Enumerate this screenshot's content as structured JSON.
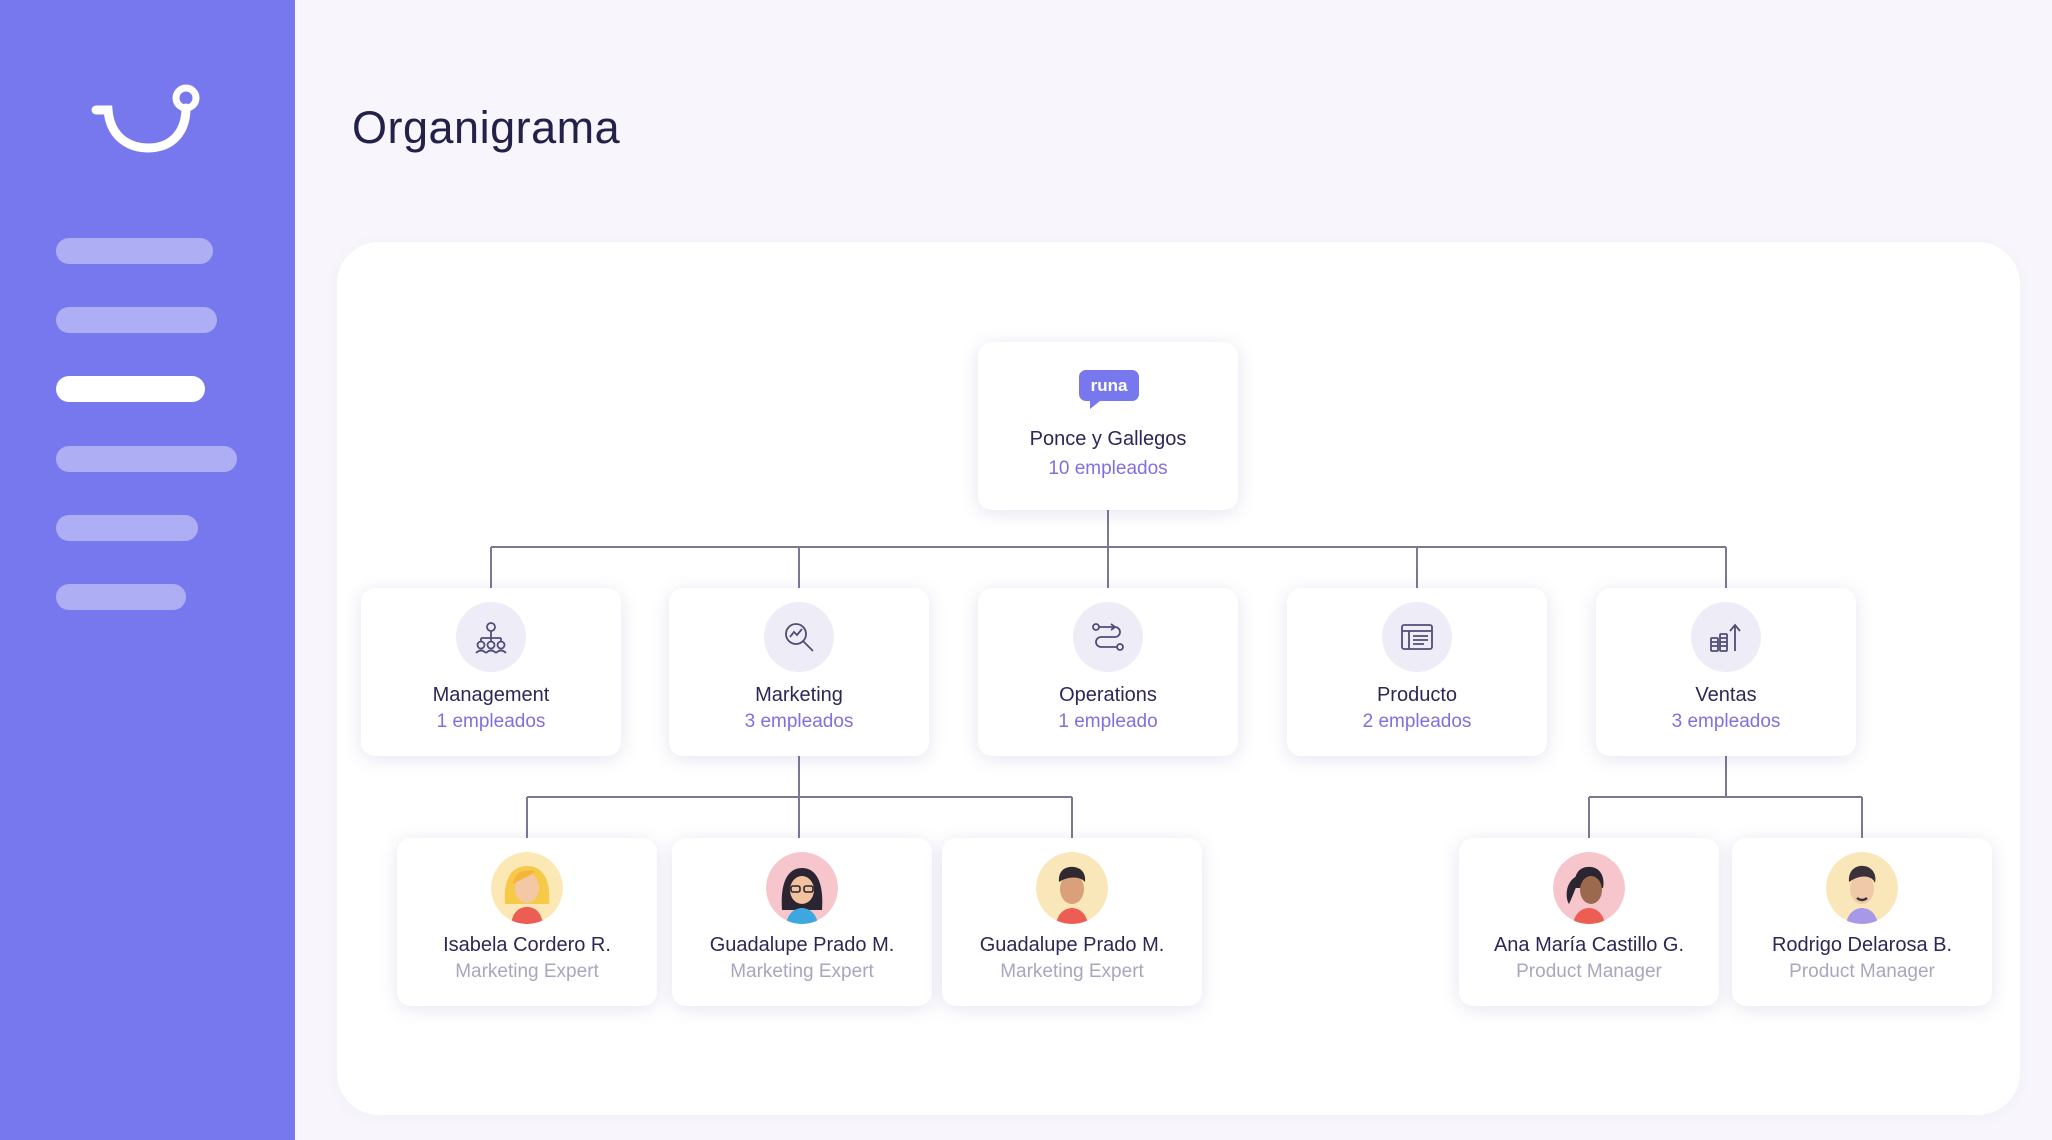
{
  "page": {
    "title": "Organigrama"
  },
  "colors": {
    "sidebar": "#7878ee",
    "accent": "#7f70e0",
    "connector": "#7a7892",
    "text_primary": "#2d2756",
    "text_muted": "#a9a6bd"
  },
  "sidebar": {
    "logo_icon": "smile-logo-icon",
    "items": [
      {
        "active": false
      },
      {
        "active": false
      },
      {
        "active": true
      },
      {
        "active": false
      },
      {
        "active": false
      },
      {
        "active": false
      }
    ]
  },
  "org": {
    "root": {
      "logo_icon": "runa-logo-icon",
      "logo_text": "runa",
      "name": "Ponce y Gallegos",
      "count": "10 empleados"
    },
    "departments": [
      {
        "name": "Management",
        "count": "1 empleados",
        "icon": "hierarchy-icon"
      },
      {
        "name": "Marketing",
        "count": "3 empleados",
        "icon": "chart-magnifier-icon"
      },
      {
        "name": "Operations",
        "count": "1 empleado",
        "icon": "flow-icon"
      },
      {
        "name": "Producto",
        "count": "2 empleados",
        "icon": "browser-window-icon"
      },
      {
        "name": "Ventas",
        "count": "3 empleados",
        "icon": "coins-growth-icon"
      }
    ],
    "people": [
      {
        "name": "Isabela Cordero R.",
        "role": "Marketing Expert",
        "dept": "Marketing",
        "avatar": "avatar-blonde-woman-icon"
      },
      {
        "name": "Guadalupe Prado M.",
        "role": "Marketing Expert",
        "dept": "Marketing",
        "avatar": "avatar-woman-glasses-icon"
      },
      {
        "name": "Guadalupe Prado M.",
        "role": "Marketing Expert",
        "dept": "Marketing",
        "avatar": "avatar-man-icon"
      },
      {
        "name": "Ana María Castillo G.",
        "role": "Product Manager",
        "dept": "Ventas",
        "avatar": "avatar-woman-ponytail-icon"
      },
      {
        "name": "Rodrigo Delarosa B.",
        "role": "Product Manager",
        "dept": "Ventas",
        "avatar": "avatar-man-beard-icon"
      }
    ]
  }
}
